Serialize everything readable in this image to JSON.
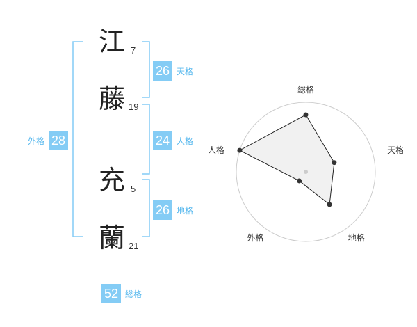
{
  "name": {
    "chars": [
      {
        "char": "江",
        "strokes": "7"
      },
      {
        "char": "藤",
        "strokes": "19"
      },
      {
        "char": "充",
        "strokes": "5"
      },
      {
        "char": "蘭",
        "strokes": "21"
      }
    ]
  },
  "scores": {
    "tenkaku": {
      "value": "26",
      "label": "天格"
    },
    "jinkaku": {
      "value": "24",
      "label": "人格"
    },
    "chikaku": {
      "value": "26",
      "label": "地格"
    },
    "gaikaku": {
      "value": "28",
      "label": "外格"
    },
    "soukaku": {
      "value": "52",
      "label": "総格"
    }
  },
  "colors": {
    "accent": "#84ccf5",
    "accent_text": "#57b8ee",
    "bracket": "#84ccf5",
    "radar_fill": "#eeeeee",
    "radar_grid": "#cccccc",
    "radar_line": "#222222"
  },
  "chart_data": {
    "type": "radar",
    "categories": [
      "総格",
      "天格",
      "地格",
      "外格",
      "人格"
    ],
    "values": [
      0.82,
      0.43,
      0.58,
      0.16,
      1.0
    ],
    "ylim": [
      0,
      1
    ],
    "rings": 4,
    "grid": true
  }
}
